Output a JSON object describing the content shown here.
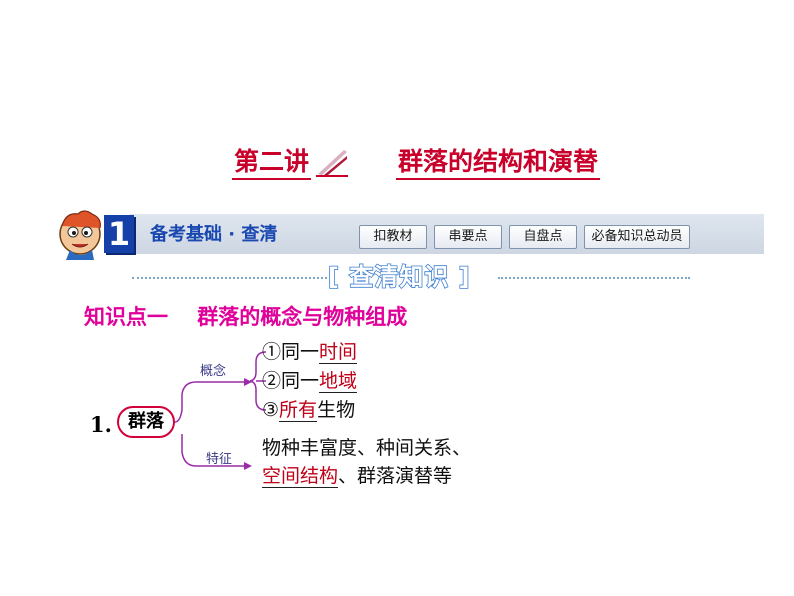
{
  "lecture": {
    "number_label": "第二讲",
    "title": "群落的结构和演替"
  },
  "banner": {
    "number": "1",
    "title": "备考基础 · 查清",
    "buttons": [
      "扣教材",
      "串要点",
      "自盘点",
      "必备知识总动员"
    ]
  },
  "sub_heading": "[ 查清知识 ]",
  "knowledge_point": {
    "label": "知识点一",
    "title": "群落的概念与物种组成"
  },
  "item": {
    "number": "1.",
    "subject": "群落",
    "concept": {
      "label": "概念",
      "entries": [
        {
          "prefix": "①同一",
          "blank": "时间",
          "suffix": ""
        },
        {
          "prefix": "②同一",
          "blank": "地域",
          "suffix": ""
        },
        {
          "prefix": "③",
          "blank": "所有",
          "suffix": "生物"
        }
      ]
    },
    "feature": {
      "label": "特征",
      "line1": "物种丰富度、种间关系、",
      "blank": "空间结构",
      "line2_suffix": "、群落演替等"
    }
  },
  "colors": {
    "title_red": "#c8002a",
    "banner_blue": "#1540a8",
    "heading_magenta": "#e0009a",
    "branch_purple": "#9a2aa8",
    "answer_red": "#c00018"
  }
}
